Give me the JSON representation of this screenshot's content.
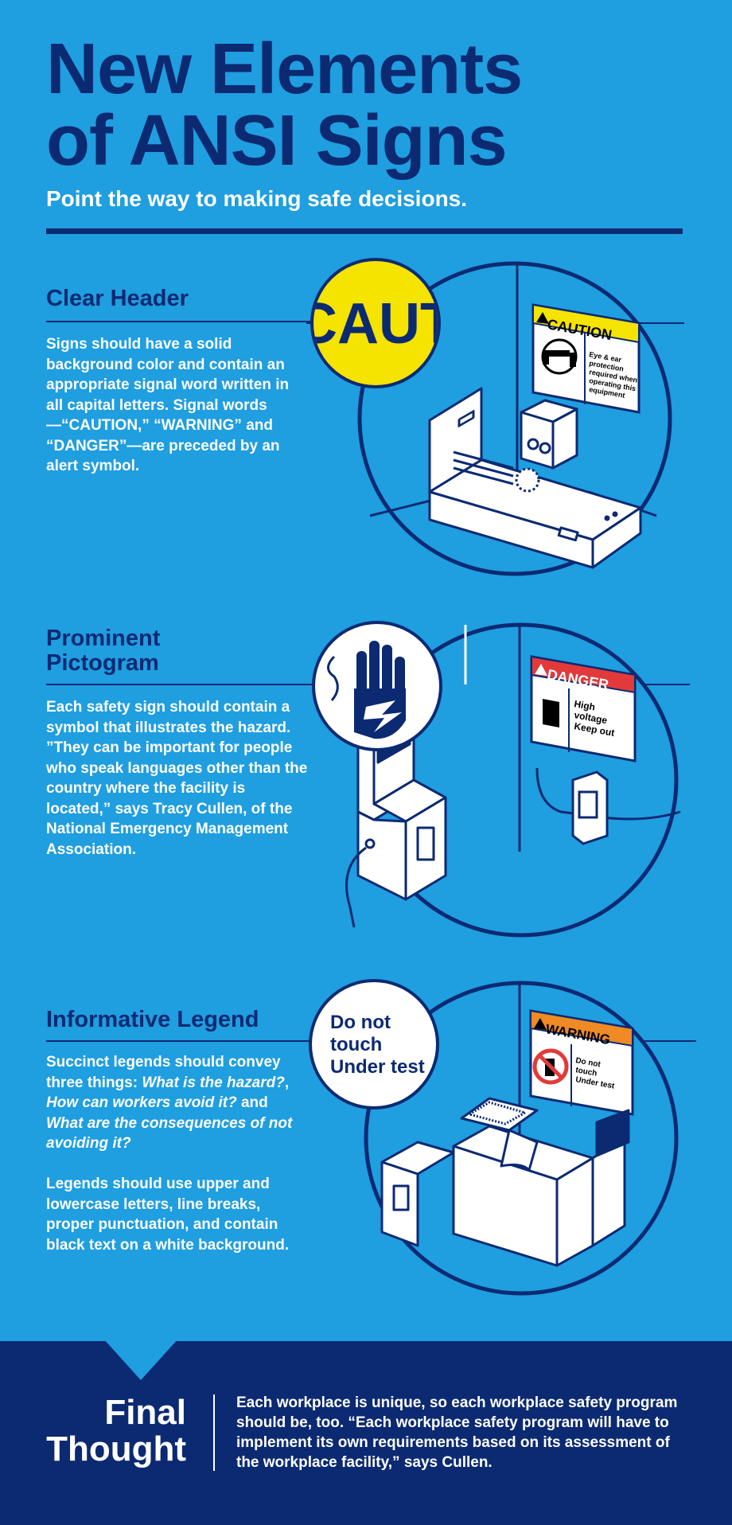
{
  "title_line1": "New Elements",
  "title_line2": "of ANSI Signs",
  "subtitle": "Point the way to making safe decisions.",
  "sections": [
    {
      "heading": "Clear Header",
      "body": "Signs should have a solid background color and contain an appropriate signal word written in all capital letters. Signal words—“CAUTION,” “WARNING” and “DANGER”—are preceded by an alert symbol.",
      "badge_text": "CAUT",
      "sign": {
        "word": "CAUTION",
        "legend": "Eye & ear protection required when operating this equipment"
      }
    },
    {
      "heading_line1": "Prominent",
      "heading_line2": "Pictogram",
      "body": "Each safety sign should contain a symbol that illustrates the hazard. ”They can be important for people who speak languages other than the country where the facility is located,” says Tracy Cullen, of the National Emergency Management Association.",
      "sign": {
        "word": "DANGER",
        "legend_1": "High",
        "legend_2": "voltage",
        "legend_3": "Keep out"
      }
    },
    {
      "heading": "Informative Legend",
      "body_1_a": "Succinct legends should convey three things: ",
      "body_1_b": "What is the hazard?",
      "body_1_c": ", ",
      "body_1_d": "How can workers avoid it?",
      "body_1_e": " and ",
      "body_1_f": "What are the consequences of not avoiding it?",
      "body_2": "Legends should use upper and lowercase letters, line breaks, proper punctuation, and contain black text on a white background.",
      "badge_1": "Do not",
      "badge_2": "touch",
      "badge_3": "Under test",
      "sign": {
        "word": "WARNING",
        "legend_1": "Do not",
        "legend_2": "touch",
        "legend_3": "Under test"
      }
    }
  ],
  "footer": {
    "heading_1": "Final",
    "heading_2": "Thought",
    "text": "Each workplace is unique, so each workplace safety program should be, too. “Each workplace safety program will have to implement its own requirements based on its assessment of the workplace facility,” says Cullen."
  },
  "colors": {
    "background": "#1f9ee0",
    "navy": "#0c2a72",
    "caution_yellow": "#f5e300",
    "danger_red": "#e23a3a",
    "warning_orange": "#f08a24"
  }
}
